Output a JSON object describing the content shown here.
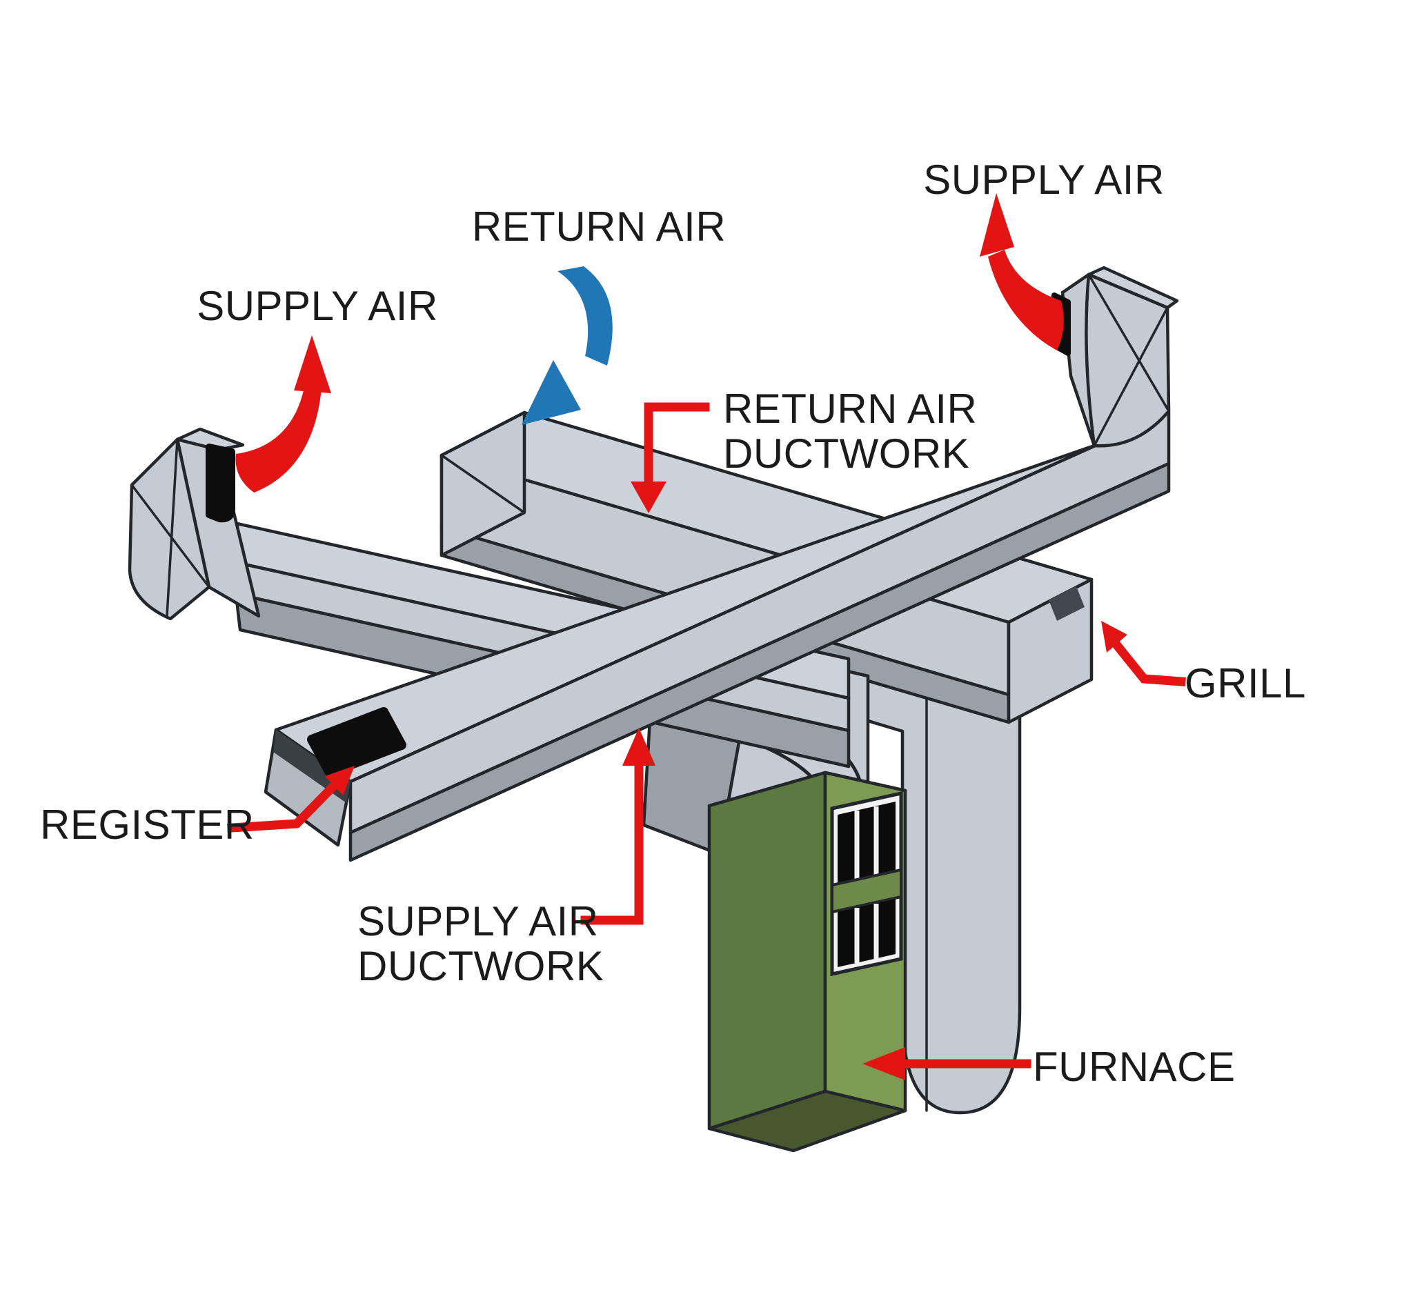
{
  "diagram": {
    "title": "HVAC supply and return air ductwork diagram",
    "background_color": "#ffffff",
    "colors": {
      "duct_light": "#ccd2da",
      "duct_face": "#c5cbd3",
      "duct_mid": "#b4bac2",
      "duct_shadow": "#9aa0a7",
      "outline": "#23272b",
      "register_black": "#0d0d0d",
      "furnace_left": "#5d7942",
      "furnace_right": "#7e9b54",
      "furnace_bottom": "#47582f",
      "grille_frame": "#f2f2f2",
      "supply_arrow_red": "#e31414",
      "return_arrow_blue": "#2176b5",
      "label_text": "#1b1b1b"
    },
    "labels": {
      "supply_air_left": "SUPPLY AIR",
      "return_air": "RETURN AIR",
      "supply_air_right": "SUPPLY AIR",
      "return_air_ductwork_line1": "RETURN AIR",
      "return_air_ductwork_line2": "DUCTWORK",
      "grill": "GRILL",
      "register": "REGISTER",
      "supply_air_ductwork_line1": "SUPPLY AIR",
      "supply_air_ductwork_line2": "DUCTWORK",
      "furnace": "FURNACE"
    },
    "arrows": [
      {
        "name": "supply-air-flow-left",
        "color": "#e31414",
        "type": "curved",
        "direction": "up",
        "points_to": "air leaving left supply register"
      },
      {
        "name": "return-air-flow",
        "color": "#2176b5",
        "type": "curved",
        "direction": "down",
        "points_to": "air entering return air ductwork"
      },
      {
        "name": "supply-air-flow-right",
        "color": "#e31414",
        "type": "curved",
        "direction": "up",
        "points_to": "air leaving right supply register"
      },
      {
        "name": "return-air-ductwork-callout",
        "color": "#e31414",
        "type": "elbow-callout",
        "direction": "down",
        "points_to": "return air ductwork top face"
      },
      {
        "name": "register-callout",
        "color": "#e31414",
        "type": "bent-callout",
        "direction": "up-right",
        "points_to": "black register on supply branch duct"
      },
      {
        "name": "supply-air-ductwork-callout",
        "color": "#e31414",
        "type": "elbow-callout",
        "direction": "up",
        "points_to": "underside of supply air ductwork"
      },
      {
        "name": "grill-callout",
        "color": "#e31414",
        "type": "bent-callout",
        "direction": "up-left",
        "points_to": "open grill end of return duct"
      },
      {
        "name": "furnace-callout",
        "color": "#e31414",
        "type": "straight",
        "direction": "left",
        "points_to": "furnace cabinet"
      }
    ],
    "parts": [
      "left supply elbow with x-braced end cap",
      "right supply elbow with x-braced end cap",
      "supply air ductwork trunk",
      "supply branch duct with register",
      "return air ductwork",
      "return air vertical trunk",
      "grill opening",
      "registers (black)",
      "furnace with louvered grille",
      "flue pipe"
    ]
  }
}
